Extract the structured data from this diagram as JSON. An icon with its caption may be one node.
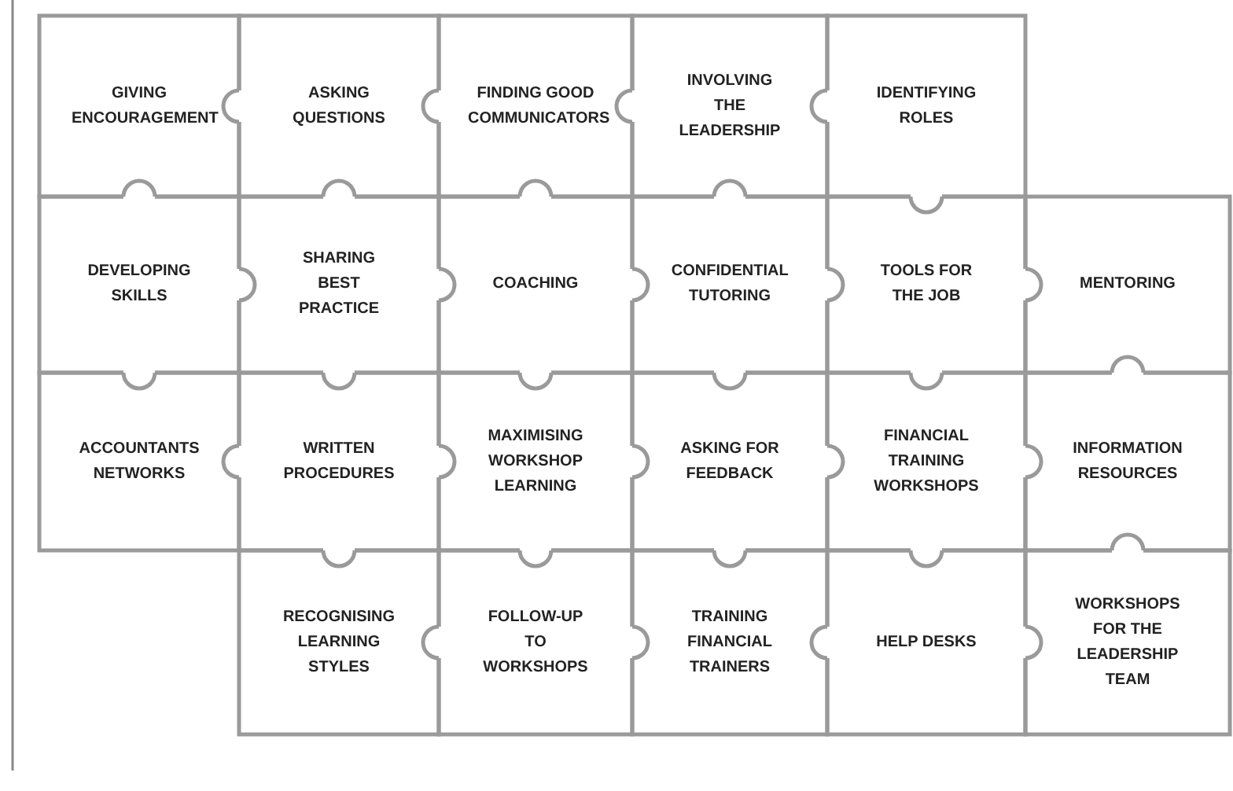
{
  "diagram": {
    "nodes": [
      {
        "text": [
          "GIVING ENCOURAGEMENT"
        ]
      },
      {
        "text": [
          "ASKING QUESTIONS"
        ]
      },
      {
        "text": [
          "FINDING GOOD COMMUNICATORS"
        ]
      },
      {
        "text": [
          "INVOLVING THE LEADERSHIP"
        ]
      },
      {
        "text": [
          "IDENTIFYING ROLES"
        ]
      },
      {
        "text": [
          "DEVELOPING SKILLS"
        ]
      },
      {
        "text": [
          "SHARING BEST PRACTICE"
        ]
      },
      {
        "text": [
          "COACHING"
        ]
      },
      {
        "text": [
          "CONFIDENTIAL TUTORING"
        ]
      },
      {
        "text": [
          "TOOLS FOR THE JOB"
        ]
      },
      {
        "text": [
          "MENTORING"
        ]
      },
      {
        "text": [
          "ACCOUNTANTS NETWORKS"
        ]
      },
      {
        "text": [
          "WRITTEN PROCEDURES"
        ]
      },
      {
        "text": [
          "MAXIMISING WORKSHOP LEARNING"
        ]
      },
      {
        "text": [
          "ASKING FOR FEEDBACK"
        ]
      },
      {
        "text": [
          "FINANCIAL TRAINING WORKSHOPS"
        ]
      },
      {
        "text": [
          "INFORMATION RESOURCES"
        ]
      },
      {
        "text": [
          "RECOGNISING LEARNING STYLES"
        ]
      },
      {
        "text": [
          "FOLLOW-UP TO WORKSHOPS"
        ]
      },
      {
        "text": [
          "TRAINING FINANCIAL TRAINERS"
        ]
      },
      {
        "text": [
          "HELP DESKS"
        ]
      },
      {
        "text": [
          "WORKSHOPS FOR THE LEADERSHIP TEAM"
        ]
      }
    ]
  }
}
